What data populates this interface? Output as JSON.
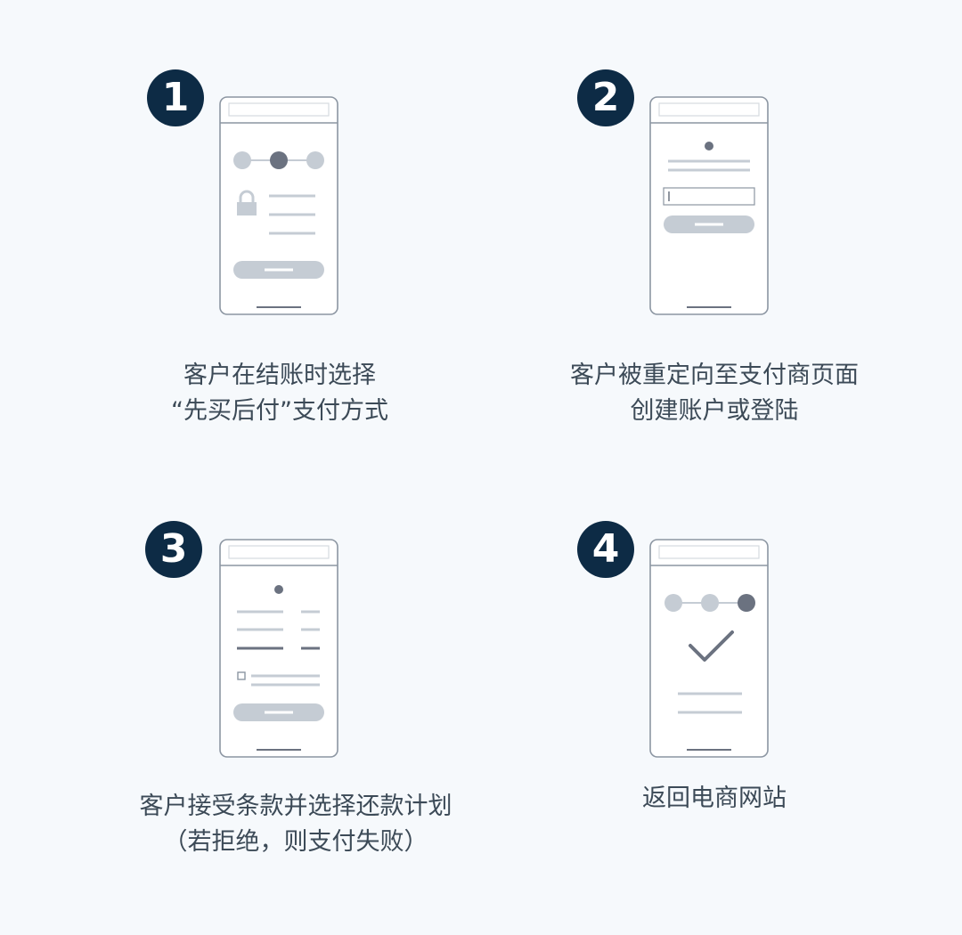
{
  "steps": [
    {
      "number": "1",
      "caption_line1": "客户在结账时选择",
      "caption_line2": "“先买后付”支付方式"
    },
    {
      "number": "2",
      "caption_line1": "客户被重定向至支付商页面",
      "caption_line2": "创建账户或登陆"
    },
    {
      "number": "3",
      "caption_line1": "客户接受条款并选择还款计划",
      "caption_line2": "（若拒绝，则支付失败）"
    },
    {
      "number": "4",
      "caption_line1": "返回电商网站",
      "caption_line2": ""
    }
  ],
  "colors": {
    "background": "#f6f9fc",
    "badge": "#0d2b45",
    "phone_outline": "#8c96a2",
    "light_gray": "#c5ccd4",
    "dark_gray": "#6b7280",
    "text": "#3c4a57"
  },
  "icons": {
    "step1": [
      "progress-dots-icon",
      "lock-icon"
    ],
    "step4": [
      "progress-dots-icon",
      "checkmark-icon"
    ]
  }
}
